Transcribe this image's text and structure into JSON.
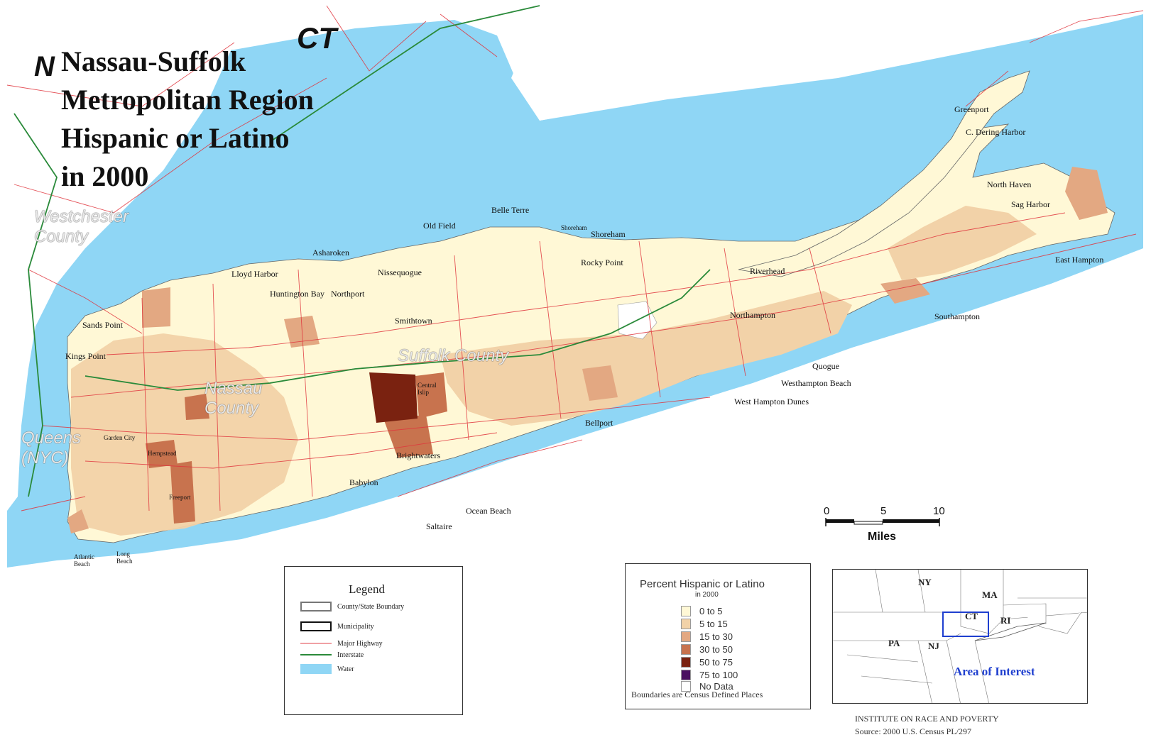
{
  "title": {
    "lines": [
      "Nassau-Suffolk",
      "Metropolitan Region",
      "Hispanic or Latino",
      "in 2000"
    ]
  },
  "north_arrow": "N",
  "state_label": "CT",
  "counties": {
    "westchester": "Westchester County",
    "queens": "Queens (NYC)",
    "nassau": "Nassau County",
    "suffolk": "Suffolk County"
  },
  "places": [
    "Greenport",
    "C. Dering Harbor",
    "North Haven",
    "Sag Harbor",
    "East Hampton",
    "Southampton",
    "Riverhead",
    "Northampton",
    "Quogue",
    "Westhampton Beach",
    "West Hampton Dunes",
    "Bellport",
    "Shoreham",
    "Rocky Point",
    "Belle Terre",
    "Old Field",
    "Shoreham",
    "Asharoken",
    "Nissequogue",
    "Lloyd Harbor",
    "Huntington Bay",
    "Northport",
    "Smithtown",
    "Sands Point",
    "Kings Point",
    "Brightwaters",
    "Babylon",
    "Ocean Beach",
    "Saltaire",
    "Atlantic Beach",
    "Long Beach",
    "Central Islip",
    "Garden City",
    "Hempstead",
    "Freeport"
  ],
  "legend": {
    "title": "Legend",
    "items": [
      "County/State Boundary",
      "Municipality",
      "Major Highway",
      "Interstate",
      "Water"
    ]
  },
  "percent_legend": {
    "title": "Percent Hispanic or Latino",
    "subtitle": "in 2000",
    "classes": [
      {
        "label": "0 to 5",
        "color": "#fff8d6"
      },
      {
        "label": "5 to 15",
        "color": "#f2d2a8"
      },
      {
        "label": "15 to 30",
        "color": "#e3a882"
      },
      {
        "label": "30 to 50",
        "color": "#c8734e"
      },
      {
        "label": "50 to 75",
        "color": "#7a2210"
      },
      {
        "label": "75 to 100",
        "color": "#4a1060"
      },
      {
        "label": "No Data",
        "color": "#ffffff"
      }
    ],
    "note": "Boundaries are Census Defined Places"
  },
  "scale_bar": {
    "ticks": [
      "0",
      "5",
      "10"
    ],
    "unit": "Miles"
  },
  "inset": {
    "labels": [
      "NY",
      "MA",
      "CT",
      "RI",
      "PA",
      "NJ"
    ],
    "area_label": "Area of Interest"
  },
  "credits": {
    "line1": "INSTITUTE ON RACE AND POVERTY",
    "line2": "Source: 2000 U.S. Census PL/297"
  },
  "colors": {
    "water": "#8fd6f5",
    "land": "#ffffff",
    "road": "#e0343c",
    "interstate": "#2a8a3a"
  }
}
